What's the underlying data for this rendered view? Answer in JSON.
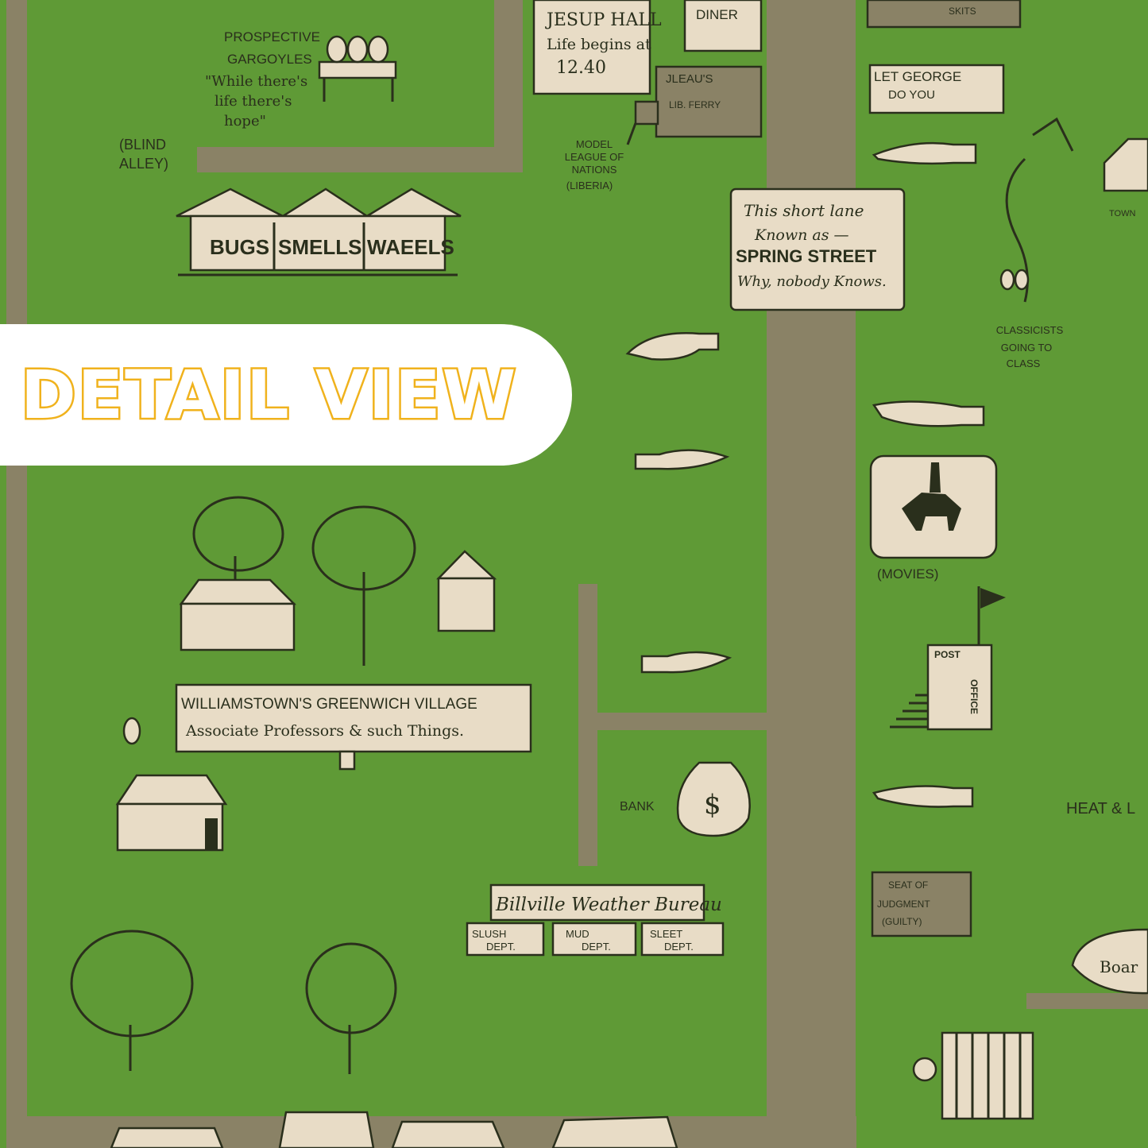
{
  "badge": {
    "label": "DETAIL VIEW"
  },
  "colors": {
    "grass": "#5f9a36",
    "road": "#8a8266",
    "paper": "#e8dcc6",
    "ink": "#2a2f1c",
    "badge_stroke": "#f0b21c"
  },
  "labels": {
    "gargoyles": [
      "PROSPECTIVE",
      "GARGOYLES",
      "\"While there's",
      "life there's",
      "hope\""
    ],
    "blind_alley": [
      "(BLIND",
      "ALLEY)"
    ],
    "jesup_hall": [
      "JESUP HALL",
      "Life begins at",
      "12.40"
    ],
    "diner": "DINER",
    "jleaus": [
      "JLEAU'S",
      "LIB. FERRY"
    ],
    "model_league": [
      "MODEL",
      "LEAGUE OF",
      "NATIONS",
      "(LIBERIA)"
    ],
    "let_george": [
      "LET GEORGE",
      "DO YOU"
    ],
    "spring_street": [
      "This short lane",
      "Known as —",
      "SPRING STREET",
      "Why, nobody Knows."
    ],
    "classicists": [
      "CLASSICISTS",
      "GOING TO",
      "CLASS"
    ],
    "shops": [
      "BUGS",
      "SMELLS",
      "WAEELS"
    ],
    "movies": "(MOVIES)",
    "post_office": [
      "POST",
      "OFFICE"
    ],
    "greenwich": [
      "WILLIAMSTOWN'S GREENWICH VILLAGE",
      "Associate Professors & such Things."
    ],
    "bank": "BANK",
    "heat_light": "HEAT & L",
    "weather_bureau": "Billville Weather Bureau",
    "departments": [
      [
        "SLUSH",
        "DEPT."
      ],
      [
        "MUD",
        "DEPT."
      ],
      [
        "SLEET",
        "DEPT."
      ]
    ],
    "seat_of_judgment": [
      "SEAT OF",
      "JUDGMENT",
      "(GUILTY)"
    ],
    "top_right_sign": "SKITS",
    "town_label": "TOWN",
    "board_label": "Boar"
  }
}
